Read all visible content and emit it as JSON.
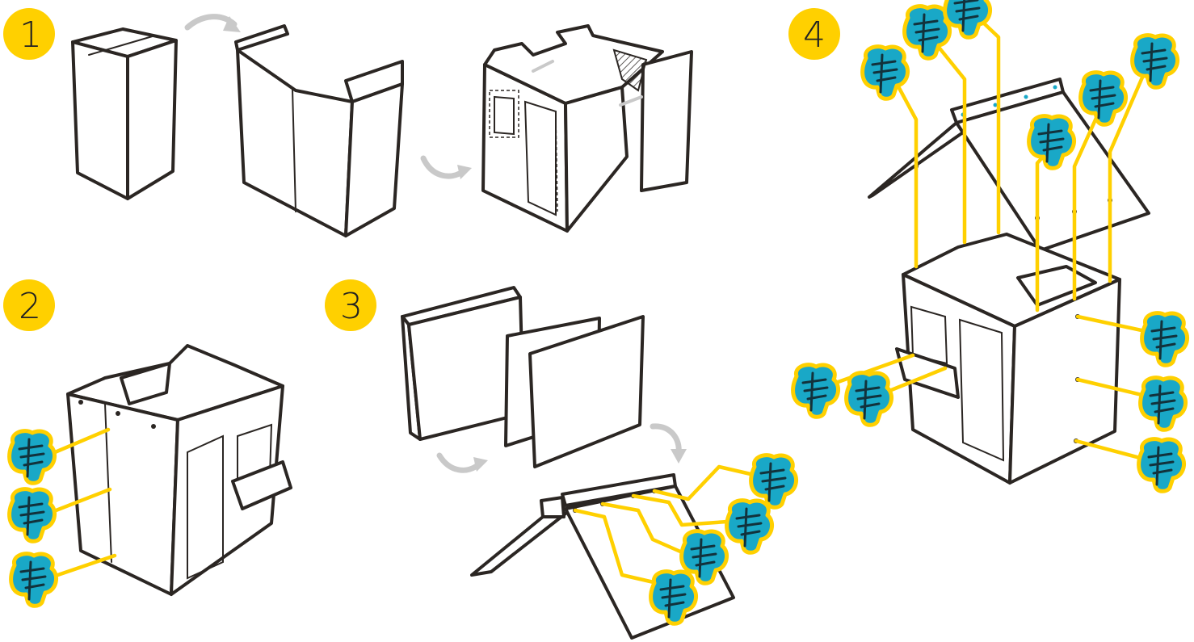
{
  "steps": [
    {
      "number": "1"
    },
    {
      "number": "2"
    },
    {
      "number": "3"
    },
    {
      "number": "4"
    }
  ],
  "colors": {
    "badge": "#FFD000",
    "wire": "#FFD000",
    "clip_body": "#19a8c7",
    "ink": "#2b2623",
    "arrow": "#c9c9c9"
  },
  "icons": [
    "step-badge",
    "cardboard-box",
    "flow-arrow",
    "peg-clip-icon"
  ]
}
